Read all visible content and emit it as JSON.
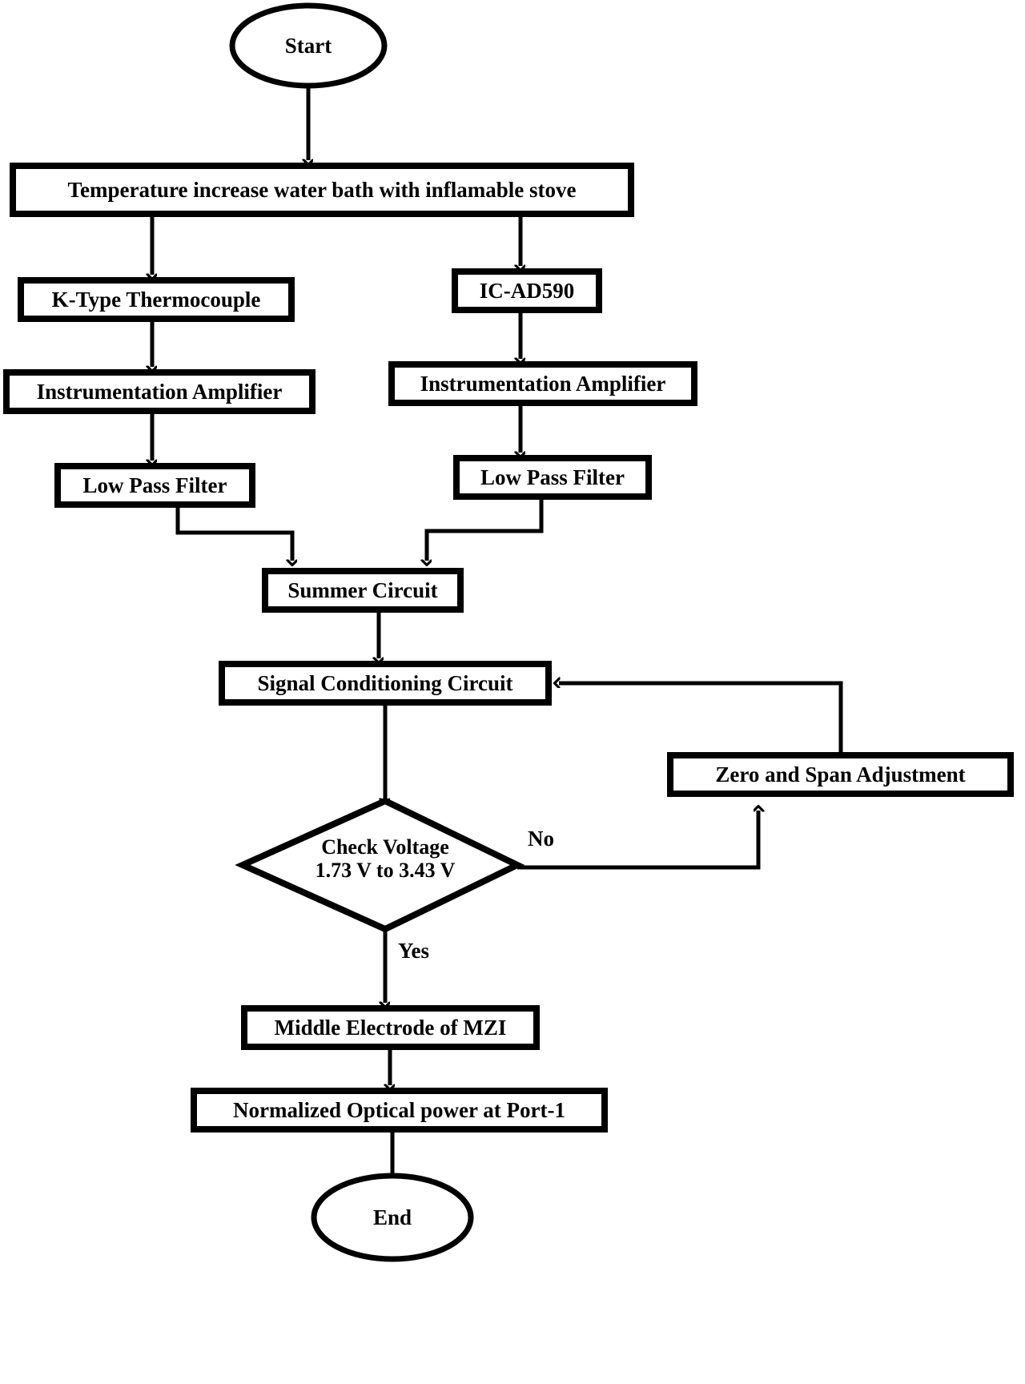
{
  "diagram": {
    "title": "Temperature measurement signal-chain flowchart",
    "background_color": "#ffffff",
    "stroke_color": "#000000",
    "text_color": "#000000"
  },
  "nodes": {
    "start": {
      "label": "Start",
      "shape": "ellipse"
    },
    "water_bath": {
      "label": "Temperature increase water bath with inflamable stove",
      "shape": "process"
    },
    "thermocouple": {
      "label": "K-Type Thermocouple",
      "shape": "process"
    },
    "ic_ad590": {
      "label": "IC-AD590",
      "shape": "process"
    },
    "instr_amp_left": {
      "label": "Instrumentation Amplifier",
      "shape": "process"
    },
    "instr_amp_right": {
      "label": "Instrumentation Amplifier",
      "shape": "process"
    },
    "lpf_left": {
      "label": "Low Pass Filter",
      "shape": "process"
    },
    "lpf_right": {
      "label": "Low Pass Filter",
      "shape": "process"
    },
    "summer": {
      "label": "Summer Circuit",
      "shape": "process"
    },
    "signal_cond": {
      "label": "Signal Conditioning Circuit",
      "shape": "process"
    },
    "check_voltage": {
      "label_line1": "Check Voltage",
      "label_line2": "1.73 V to 3.43 V",
      "shape": "decision"
    },
    "zero_span": {
      "label": "Zero and Span Adjustment",
      "shape": "process"
    },
    "middle_electrode": {
      "label": "Middle Electrode of MZI",
      "shape": "process"
    },
    "normalized_power": {
      "label": "Normalized Optical power at Port-1",
      "shape": "process"
    },
    "end": {
      "label": "End",
      "shape": "ellipse"
    }
  },
  "edge_labels": {
    "decision_no": "No",
    "decision_yes": "Yes"
  }
}
